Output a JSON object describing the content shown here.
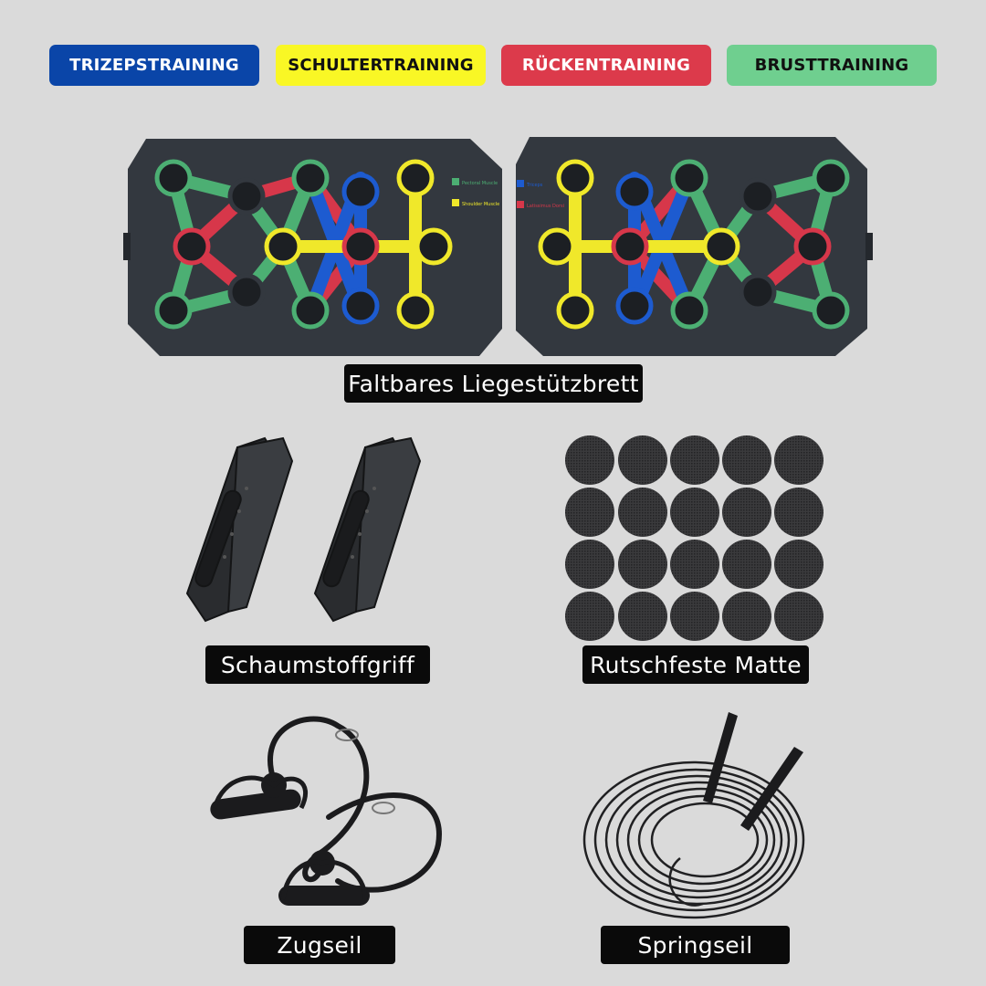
{
  "badges": {
    "triceps": "TRIZEPSTRAINING",
    "shoulder": "SCHULTERTRAINING",
    "back": "RÜCKENTRAINING",
    "chest": "BRUSTTRAINING"
  },
  "labels": {
    "board": "Faltbares Liegestützbrett",
    "grip": "Schaumstoffgriff",
    "mat": "Rutschfeste Matte",
    "pull_rope": "Zugseil",
    "jump_rope": "Springseil"
  },
  "board_legend": {
    "left": [
      "Pectoral Muscle",
      "Shoulder Muscle"
    ],
    "right": [
      "Triceps",
      "Latissimus Dorsi"
    ]
  },
  "colors": {
    "triceps": "#0a45a8",
    "shoulder": "#f9f725",
    "back": "#dc3a4b",
    "chest": "#6fcf8f"
  }
}
